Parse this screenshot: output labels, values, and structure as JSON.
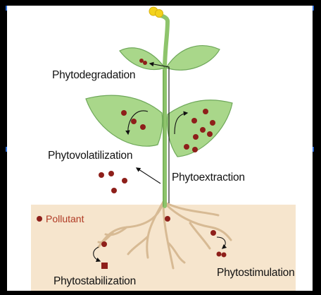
{
  "labels": {
    "phytodegradation": "Phytodegradation",
    "phytovolatilization": "Phytovolatilization",
    "phytoextraction": "Phytoextraction",
    "phytostabilization": "Phytostabilization",
    "phytostimulation": "Phytostimulation"
  },
  "legend": {
    "pollutant": "Pollutant"
  },
  "colors": {
    "leaf": "#a9d78a",
    "leaf_edge": "#6fa85a",
    "stem": "#8ec46c",
    "root": "#d7ba94",
    "soil": "#f6e5cd",
    "pollutant": "#8e1f1a",
    "flower": "#f3d21c",
    "arrow": "#111111"
  }
}
